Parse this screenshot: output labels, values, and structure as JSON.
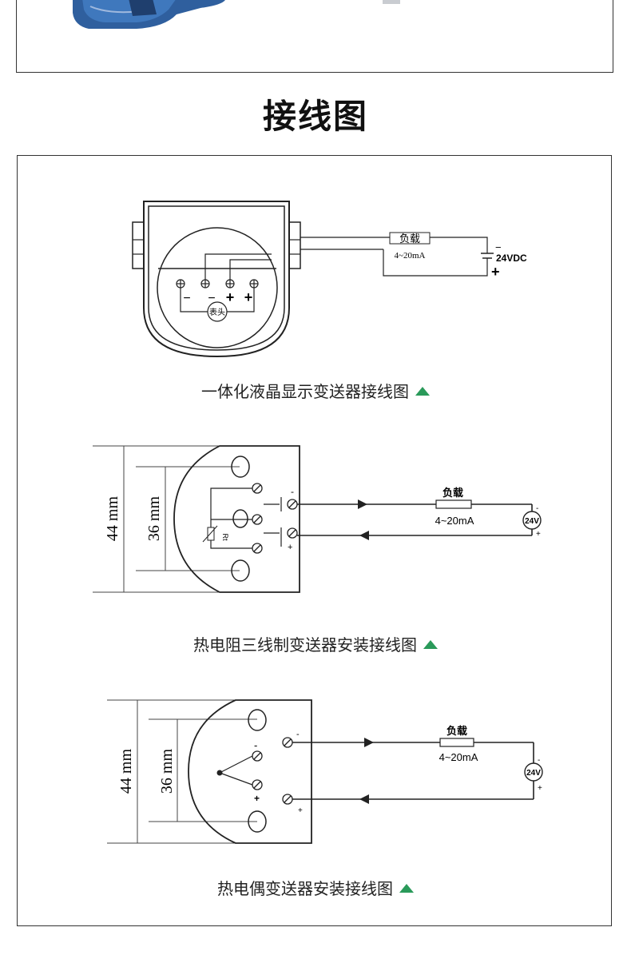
{
  "page_title": "接线图",
  "diagram1": {
    "load_label": "负载",
    "current_label": "4~20mA",
    "voltage_label": "24VDC",
    "minus": "−",
    "plus": "+",
    "meter_label": "表头",
    "caption": "一体化液晶显示变送器接线图"
  },
  "diagram2": {
    "outer_dim": "44 mm",
    "inner_dim": "36 mm",
    "load_label": "负载",
    "current_label": "4~20mA",
    "supply_label": "24V",
    "sensor_label": "Rt",
    "minus": "-",
    "plus": "+",
    "caption": "热电阻三线制变送器安装接线图"
  },
  "diagram3": {
    "outer_dim": "44 mm",
    "inner_dim": "36 mm",
    "load_label": "负载",
    "current_label": "4~20mA",
    "supply_label": "24V",
    "minus": "-",
    "plus": "+",
    "caption": "热电偶变送器安装接线图"
  },
  "colors": {
    "accent_triangle": "#2a9a5a",
    "device_blue": "#2f5f9e"
  }
}
